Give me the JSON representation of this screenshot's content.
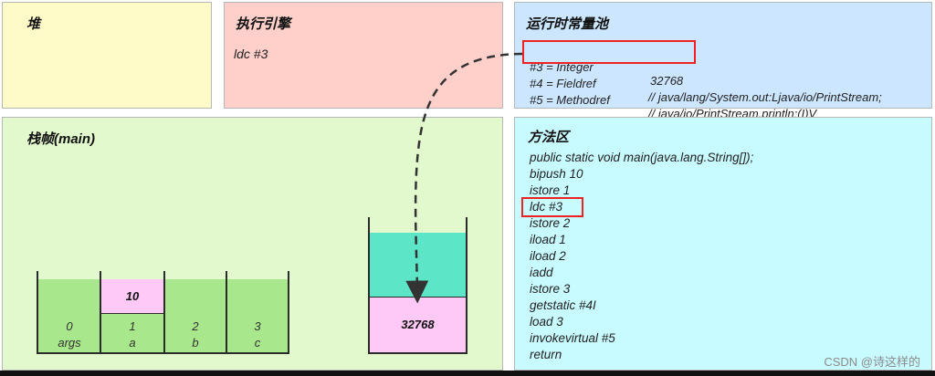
{
  "heap": {
    "title": "堆"
  },
  "engine": {
    "title": "执行引擎",
    "instruction": "ldc #3"
  },
  "constant_pool": {
    "title": "运行时常量池",
    "entries": [
      {
        "name": "#3 = Integer",
        "value": "32768"
      },
      {
        "name": "#4 = Fieldref",
        "value": "// java/lang/System.out:Ljava/io/PrintStream;"
      },
      {
        "name": "#5 = Methodref",
        "value": "// java/io/PrintStream.println:(I)V"
      }
    ]
  },
  "stack_frame": {
    "title": "栈帧(main)",
    "locals": [
      {
        "index": "0",
        "name": "args",
        "value": ""
      },
      {
        "index": "1",
        "name": "a",
        "value": "10"
      },
      {
        "index": "2",
        "name": "b",
        "value": ""
      },
      {
        "index": "3",
        "name": "c",
        "value": ""
      }
    ],
    "operand_stack": {
      "top_value": "32768"
    }
  },
  "method_area": {
    "title": "方法区",
    "lines": [
      "public static void main(java.lang.String[]);",
      "bipush 10",
      "istore 1",
      "ldc #3",
      "istore 2",
      "iload 1",
      "iload 2",
      "iadd",
      "istore 3",
      "getstatic #4I",
      "load 3",
      "invokevirtual #5",
      "return"
    ]
  },
  "watermark": "CSDN @诗这样的",
  "colors": {
    "heap": "#fffbc9",
    "engine": "#ffcfca",
    "pool": "#cce6ff",
    "frame": "#e2f8cd",
    "method": "#c8fbff",
    "highlight": "#ee2222",
    "local_slot": "#a8e78b",
    "stack_value": "#ffc9f5",
    "stack_empty": "#5ce6c7"
  }
}
